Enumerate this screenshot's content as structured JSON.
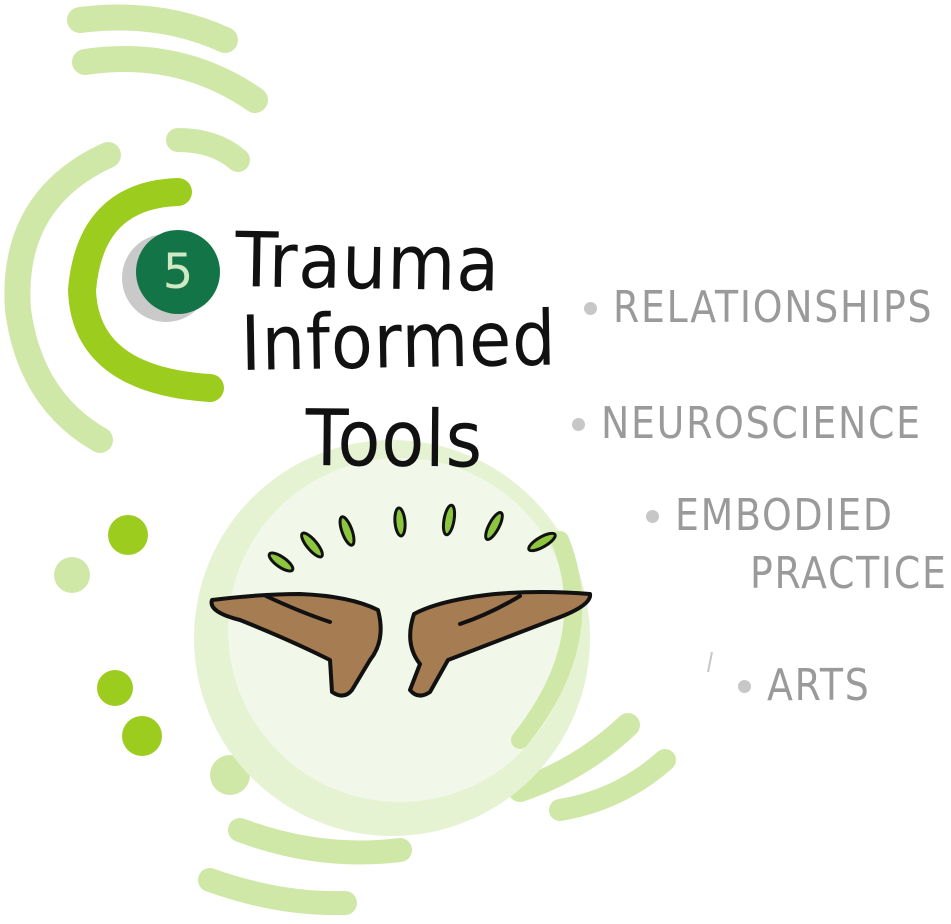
{
  "badge": {
    "number": "5"
  },
  "title": {
    "line1": "Trauma",
    "line2": "Informed",
    "line3": "Tools"
  },
  "bullets": {
    "relationships": "RELATIONSHIPS",
    "neuroscience": "NEUROSCIENCE",
    "embodied_line1": "EMBODIED",
    "embodied_line2": "PRACTICE",
    "arts": "ARTS"
  },
  "colors": {
    "light_green": "#cfe8a8",
    "lime_green": "#9ccc1e",
    "dark_green": "#137447",
    "badge_shadow": "#c9c9c9",
    "hand_skin": "#a67c52",
    "hand_outline": "#111111",
    "bullet_gray": "#9a9a9a"
  },
  "icons": {
    "hands": "open-hands-icon",
    "radiating_marks": "radiating-lines-icon"
  }
}
